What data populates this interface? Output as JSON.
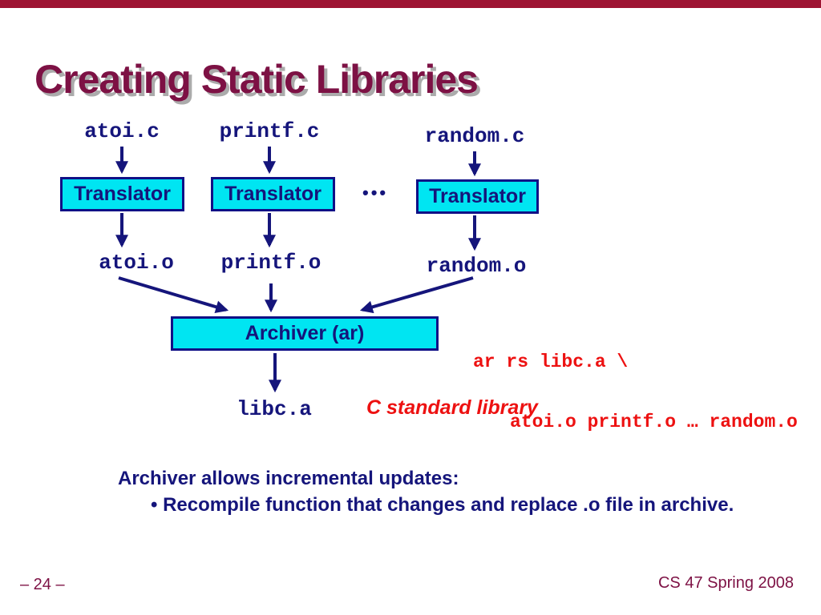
{
  "slide": {
    "title": "Creating Static Libraries",
    "diagram": {
      "columns": [
        {
          "source": "atoi.c",
          "box": "Translator",
          "object": "atoi.o"
        },
        {
          "source": "printf.c",
          "box": "Translator",
          "object": "printf.o"
        },
        {
          "source": "random.c",
          "box": "Translator",
          "object": "random.o"
        }
      ],
      "ellipsis": "•••",
      "archiver": "Archiver (ar)",
      "output": "libc.a",
      "library_note": "C standard library",
      "command_line1": "ar rs libc.a \\",
      "command_line2": "atoi.o printf.o … random.o"
    },
    "body": {
      "heading": "Archiver allows incremental updates:",
      "bullet": "• Recompile function that changes and replace .o file in archive."
    },
    "footer": {
      "page": "– 24 –",
      "course": "CS 47 Spring 2008"
    },
    "colors": {
      "top_bar": "#9E1433",
      "title_maroon": "#7D1144",
      "navy": "#15157B",
      "box_cyan": "#00E5F2",
      "annotation_red": "#ED1111"
    }
  }
}
